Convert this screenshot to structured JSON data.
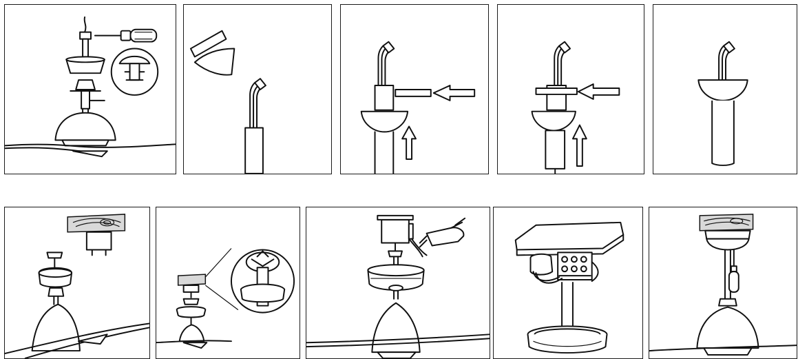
{
  "figure": {
    "rows": 2,
    "panels_per_row": 5
  },
  "panels": [
    {
      "row": 1,
      "col": 1,
      "icons": [
        "screwdriver-icon",
        "downrod-icon",
        "canopy-icon",
        "fan-motor-icon",
        "detail-magnifier-icon",
        "fan-blade-icon"
      ]
    },
    {
      "row": 1,
      "col": 2,
      "icons": [
        "locking-pin-icon",
        "yoke-cover-icon",
        "downrod-icon",
        "wire-bundle-icon"
      ]
    },
    {
      "row": 1,
      "col": 3,
      "icons": [
        "downrod-icon",
        "canopy-icon",
        "pin-icon",
        "arrow-left-icon",
        "arrow-up-icon"
      ]
    },
    {
      "row": 1,
      "col": 4,
      "icons": [
        "downrod-icon",
        "canopy-icon",
        "pin-icon",
        "arrow-left-icon",
        "arrow-up-icon"
      ]
    },
    {
      "row": 1,
      "col": 5,
      "icons": [
        "downrod-icon",
        "canopy-icon",
        "wire-bundle-icon"
      ]
    },
    {
      "row": 2,
      "col": 1,
      "icons": [
        "ceiling-joist-icon",
        "mounting-bracket-icon",
        "canopy-icon",
        "fan-motor-icon",
        "fan-blade-icon"
      ]
    },
    {
      "row": 2,
      "col": 2,
      "icons": [
        "ceiling-joist-icon",
        "hanging-ball-icon",
        "detail-magnifier-icon",
        "fan-motor-icon"
      ]
    },
    {
      "row": 2,
      "col": 3,
      "icons": [
        "junction-box-icon",
        "receiver-icon",
        "canopy-icon",
        "fan-motor-icon",
        "fan-blade-icon"
      ]
    },
    {
      "row": 2,
      "col": 4,
      "icons": [
        "ceiling-plate-icon",
        "wire-connector-icon",
        "downrod-icon",
        "canopy-icon"
      ]
    },
    {
      "row": 2,
      "col": 5,
      "icons": [
        "ceiling-joist-icon",
        "canopy-icon",
        "screwdriver-icon",
        "fan-motor-icon",
        "fan-blade-icon"
      ]
    }
  ]
}
